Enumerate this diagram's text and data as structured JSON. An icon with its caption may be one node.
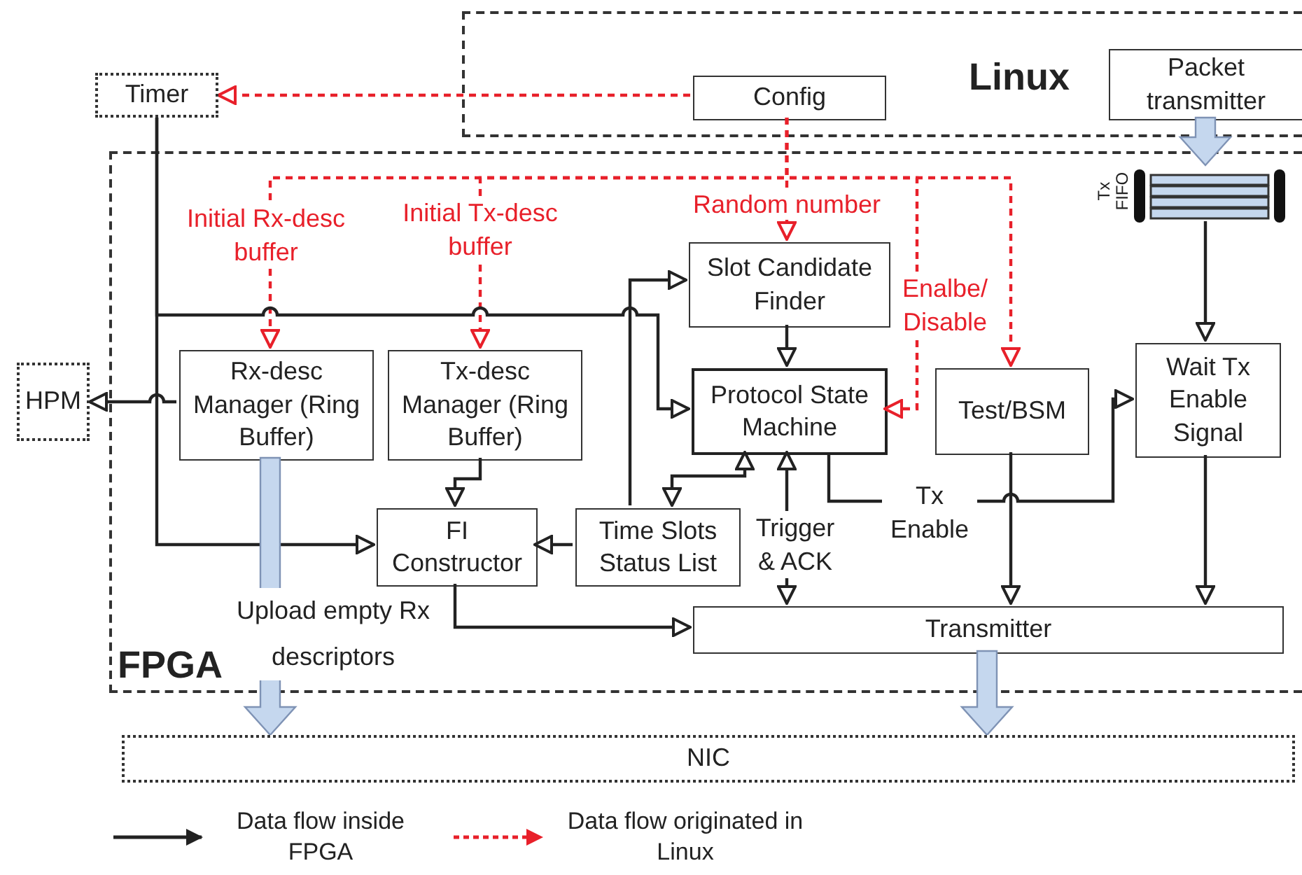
{
  "diagram": {
    "nodes": [
      {
        "text": [
          "Linux"
        ]
      },
      {
        "text": [
          "FPGA"
        ]
      },
      {
        "text": [
          "Timer"
        ]
      },
      {
        "text": [
          "Config"
        ],
        "in": 0
      },
      {
        "text": [
          "Packet transmitter"
        ],
        "in": 0
      },
      {
        "text": [
          "Tx FIFO"
        ],
        "in": 1
      },
      {
        "text": [
          "Slot Candidate Finder"
        ],
        "in": 1
      },
      {
        "text": [
          "Rx-desc Manager (Ring Buffer)"
        ],
        "in": 1
      },
      {
        "text": [
          "Tx-desc Manager (Ring Buffer)"
        ],
        "in": 1
      },
      {
        "text": [
          "Protocol State Machine"
        ],
        "in": 1
      },
      {
        "text": [
          "Test/BSM"
        ],
        "in": 1
      },
      {
        "text": [
          "Wait Tx Enable Signal"
        ],
        "in": 1
      },
      {
        "text": [
          "HPM"
        ]
      },
      {
        "text": [
          "FI Constructor"
        ],
        "in": 1
      },
      {
        "text": [
          "Time Slots Status List"
        ],
        "in": 1
      },
      {
        "text": [
          "Transmitter"
        ],
        "in": 1
      },
      {
        "text": [
          "NIC"
        ]
      }
    ],
    "edges": [
      {
        "from": 3,
        "to": 2,
        "arrow": "to",
        "style": "dashed",
        "color": "#e8202a"
      },
      {
        "from": 3,
        "to": 6,
        "arrow": "to",
        "label": "Random number",
        "style": "dashed",
        "color": "#e8202a"
      },
      {
        "from": 3,
        "to": 7,
        "arrow": "to",
        "label": "Initial Rx-desc buffer",
        "style": "dashed",
        "color": "#e8202a"
      },
      {
        "from": 3,
        "to": 8,
        "arrow": "to",
        "label": "Initial Tx-desc buffer",
        "style": "dashed",
        "color": "#e8202a"
      },
      {
        "from": 3,
        "to": 9,
        "arrow": "to",
        "label": "Enalbe/ Disable",
        "style": "dashed",
        "color": "#e8202a"
      },
      {
        "from": 3,
        "to": 10,
        "arrow": "to",
        "style": "dashed",
        "color": "#e8202a"
      },
      {
        "from": 2,
        "to": 9,
        "arrow": "to"
      },
      {
        "from": 2,
        "to": 13,
        "arrow": "to"
      },
      {
        "from": 7,
        "to": 12,
        "arrow": "to"
      },
      {
        "from": 8,
        "to": 13,
        "arrow": "to"
      },
      {
        "from": 14,
        "to": 13,
        "arrow": "to"
      },
      {
        "from": 14,
        "to": 6,
        "arrow": "to"
      },
      {
        "from": 6,
        "to": 9,
        "arrow": "to"
      },
      {
        "from": 9,
        "to": 14,
        "arrow": "both"
      },
      {
        "from": 9,
        "to": 15,
        "arrow": "both",
        "label": "Trigger & ACK"
      },
      {
        "from": 9,
        "to": 11,
        "arrow": "to",
        "label": "Tx Enable"
      },
      {
        "from": 10,
        "to": 15,
        "arrow": "to"
      },
      {
        "from": 11,
        "to": 15,
        "arrow": "to"
      },
      {
        "from": 13,
        "to": 15,
        "arrow": "to"
      },
      {
        "from": 4,
        "to": 5,
        "arrow": "to",
        "style": "thick",
        "color": "#c5d7ee"
      },
      {
        "from": 5,
        "to": 11,
        "arrow": "to"
      },
      {
        "from": 7,
        "to": 16,
        "arrow": "to",
        "label": "Upload empty Rx descriptors",
        "style": "thick",
        "color": "#c5d7ee"
      },
      {
        "from": 15,
        "to": 16,
        "arrow": "to",
        "style": "thick",
        "color": "#c5d7ee"
      }
    ],
    "legend": [
      {
        "text": "Data flow inside FPGA"
      },
      {
        "text": "Data flow originated in Linux"
      }
    ]
  }
}
